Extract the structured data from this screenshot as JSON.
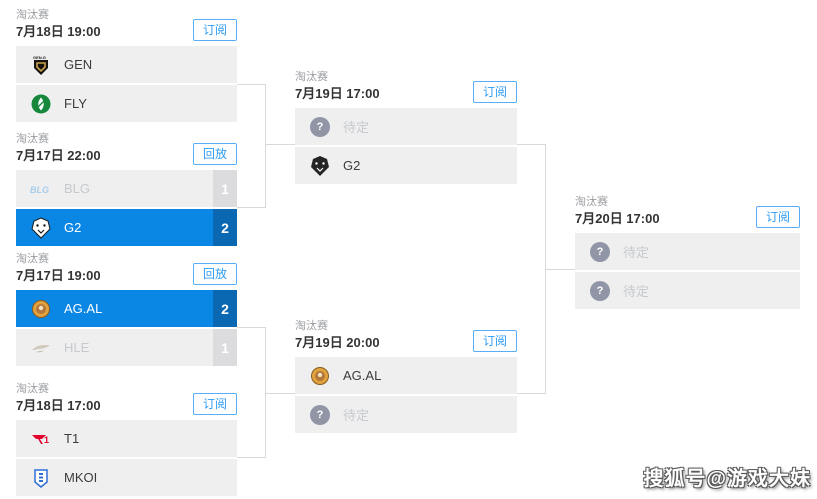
{
  "labels": {
    "tbd_question": "?"
  },
  "colors": {
    "winner_blue": "#0a86e4",
    "winner_score_blue": "#0a67b2",
    "row_gray": "#efeff0",
    "score_gray": "#dcdcde",
    "accent_blue": "#2e9bf5",
    "connector_gray": "#d9d9d9"
  },
  "matches": [
    {
      "stage": "淘汰赛",
      "date": "7月18日 19:00",
      "button": "订阅",
      "teams": [
        {
          "name": "GEN"
        },
        {
          "name": "FLY"
        }
      ]
    },
    {
      "stage": "淘汰赛",
      "date": "7月17日 22:00",
      "button": "回放",
      "teams": [
        {
          "name": "BLG",
          "score": "1"
        },
        {
          "name": "G2",
          "score": "2"
        }
      ]
    },
    {
      "stage": "淘汰赛",
      "date": "7月17日 19:00",
      "button": "回放",
      "teams": [
        {
          "name": "AG.AL",
          "score": "2"
        },
        {
          "name": "HLE",
          "score": "1"
        }
      ]
    },
    {
      "stage": "淘汰赛",
      "date": "7月18日 17:00",
      "button": "订阅",
      "teams": [
        {
          "name": "T1"
        },
        {
          "name": "MKOI"
        }
      ]
    },
    {
      "stage": "淘汰赛",
      "date": "7月19日 17:00",
      "button": "订阅",
      "teams": [
        {
          "name": "待定"
        },
        {
          "name": "G2"
        }
      ]
    },
    {
      "stage": "淘汰赛",
      "date": "7月19日 20:00",
      "button": "订阅",
      "teams": [
        {
          "name": "AG.AL"
        },
        {
          "name": "待定"
        }
      ]
    },
    {
      "stage": "淘汰赛",
      "date": "7月20日 17:00",
      "button": "订阅",
      "teams": [
        {
          "name": "待定"
        },
        {
          "name": "待定"
        }
      ]
    }
  ],
  "watermark": "搜狐号@游戏大妹"
}
